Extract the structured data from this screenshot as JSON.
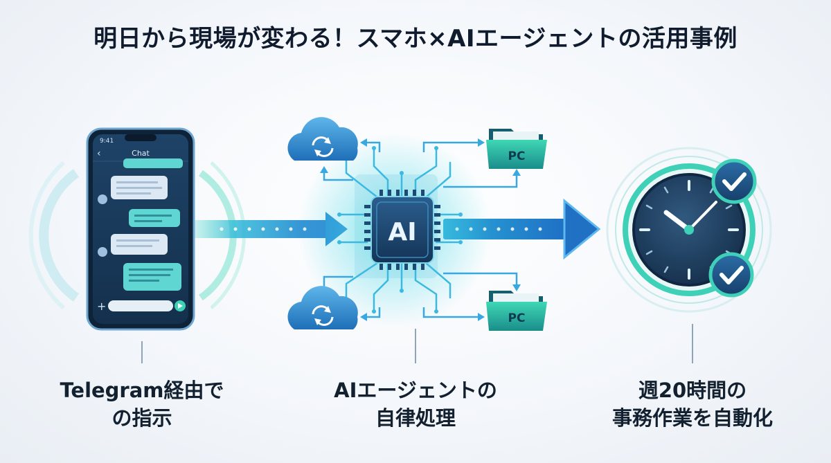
{
  "title": "明日から現場が変わる！スマホ×AIエージェントの活用事例",
  "phone": {
    "time": "9:41",
    "header": "Chat",
    "back_glyph": "‹",
    "add_glyph": "+"
  },
  "chip_label": "AI",
  "folders": [
    "PC",
    "PC"
  ],
  "captions": {
    "left": [
      "Telegram経由で",
      "の指示"
    ],
    "center": [
      "AIエージェントの",
      "自律処理"
    ],
    "right": [
      "週20時間の",
      "事務作業を自動化"
    ]
  },
  "colors": {
    "accent_teal": "#2fd3c0",
    "accent_blue": "#2a7fd0",
    "navy": "#13304f",
    "green_check": "#2ec9a4"
  },
  "icons": [
    "cloud-sync-icon",
    "folder-icon",
    "ai-chip-icon",
    "clock-icon",
    "check-icon",
    "phone-icon"
  ]
}
